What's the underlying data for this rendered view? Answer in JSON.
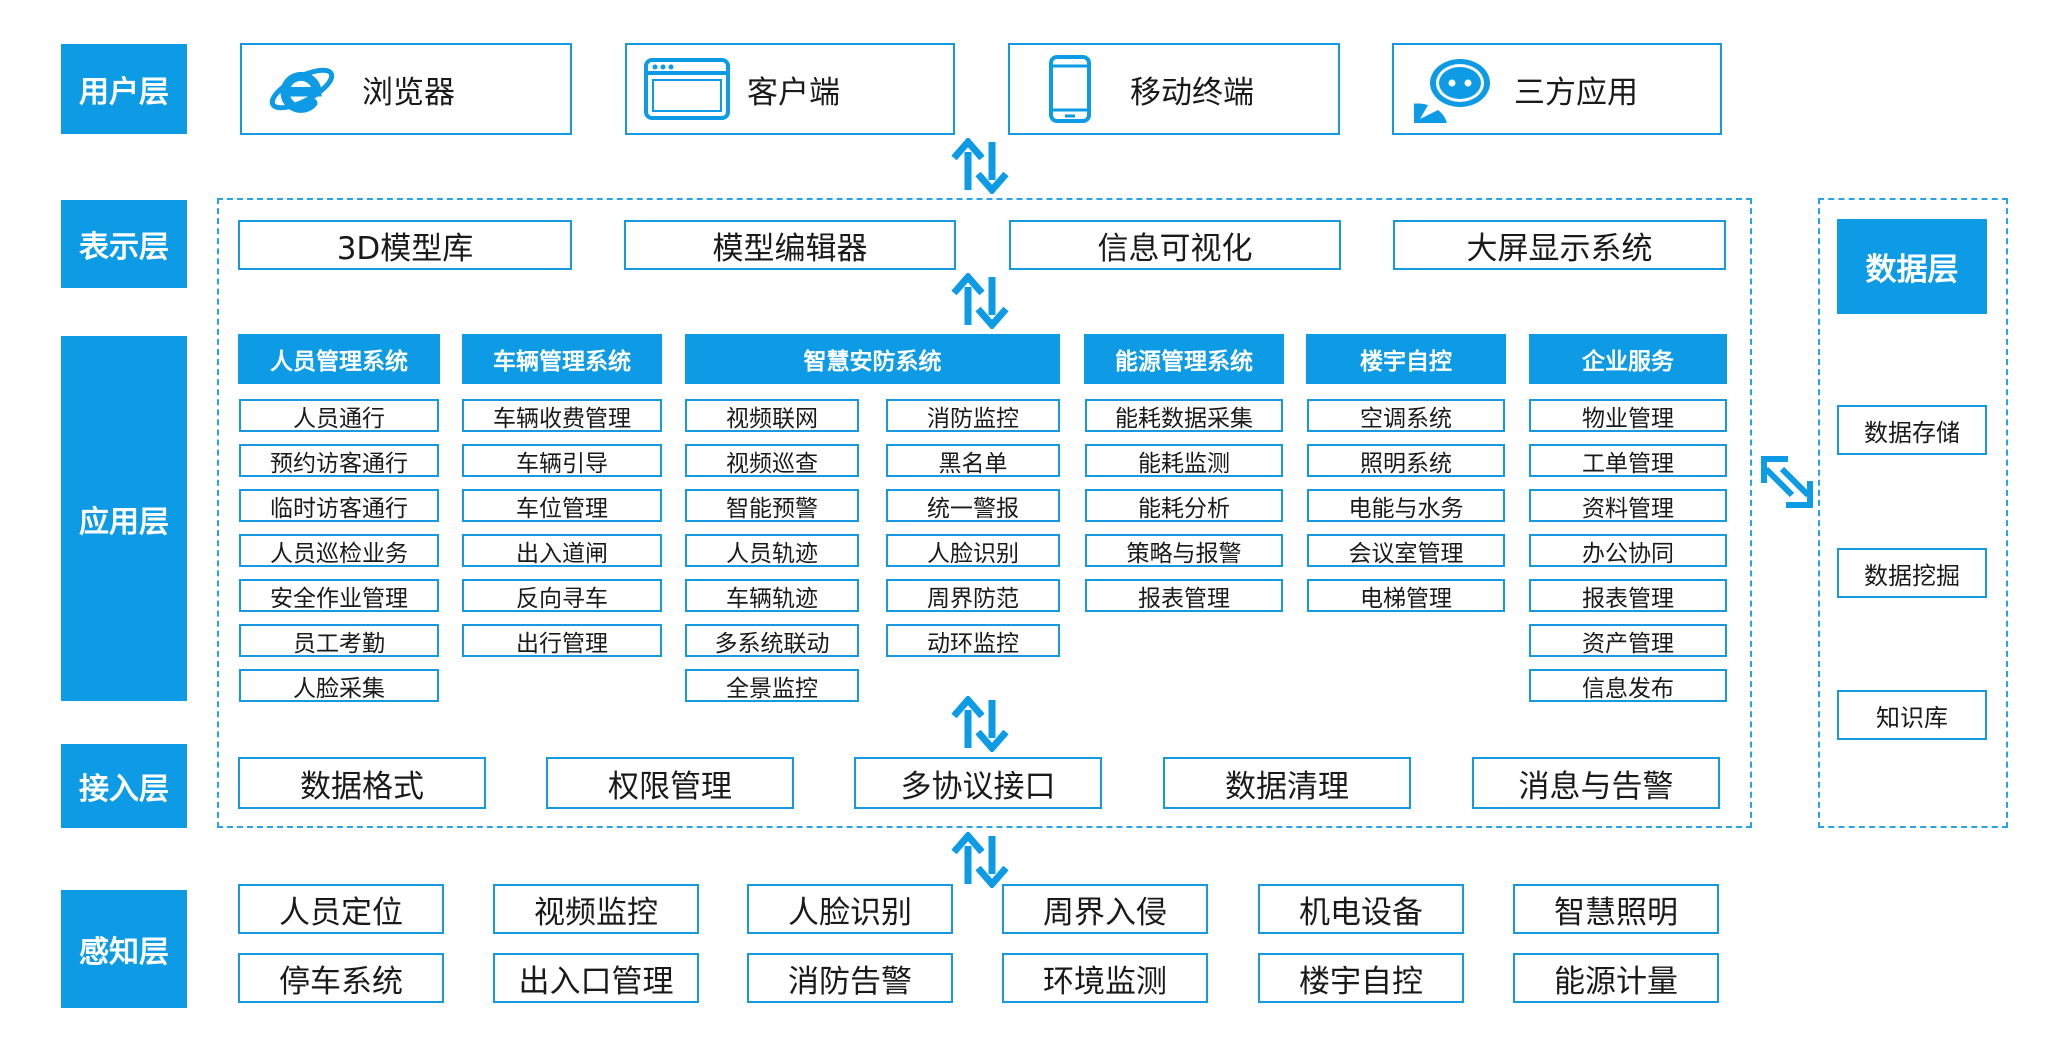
{
  "layers": {
    "user": "用户层",
    "presentation": "表示层",
    "application": "应用层",
    "access": "接入层",
    "perception": "感知层",
    "data": "数据层"
  },
  "user_items": [
    {
      "label": "浏览器",
      "icon": "ie-browser-icon"
    },
    {
      "label": "客户端",
      "icon": "client-window-icon"
    },
    {
      "label": "移动终端",
      "icon": "mobile-phone-icon"
    },
    {
      "label": "三方应用",
      "icon": "chat-bubble-icon"
    }
  ],
  "presentation_items": [
    "3D模型库",
    "模型编辑器",
    "信息可视化",
    "大屏显示系统"
  ],
  "application": {
    "personnel": {
      "title": "人员管理系统",
      "items": [
        "人员通行",
        "预约访客通行",
        "临时访客通行",
        "人员巡检业务",
        "安全作业管理",
        "员工考勤",
        "人脸采集"
      ]
    },
    "vehicle": {
      "title": "车辆管理系统",
      "items": [
        "车辆收费管理",
        "车辆引导",
        "车位管理",
        "出入道闸",
        "反向寻车",
        "出行管理"
      ]
    },
    "security": {
      "title": "智慧安防系统",
      "left": [
        "视频联网",
        "视频巡查",
        "智能预警",
        "人员轨迹",
        "车辆轨迹",
        "多系统联动",
        "全景监控"
      ],
      "right": [
        "消防监控",
        "黑名单",
        "统一警报",
        "人脸识别",
        "周界防范",
        "动环监控"
      ]
    },
    "energy": {
      "title": "能源管理系统",
      "items": [
        "能耗数据采集",
        "能耗监测",
        "能耗分析",
        "策略与报警",
        "报表管理"
      ]
    },
    "building": {
      "title": "楼宇自控",
      "items": [
        "空调系统",
        "照明系统",
        "电能与水务",
        "会议室管理",
        "电梯管理"
      ]
    },
    "enterprise": {
      "title": "企业服务",
      "items": [
        "物业管理",
        "工单管理",
        "资料管理",
        "办公协同",
        "报表管理",
        "资产管理",
        "信息发布"
      ]
    }
  },
  "access_items": [
    "数据格式",
    "权限管理",
    "多协议接口",
    "数据清理",
    "消息与告警"
  ],
  "perception_items": [
    [
      "人员定位",
      "视频监控",
      "人脸识别",
      "周界入侵",
      "机电设备",
      "智慧照明"
    ],
    [
      "停车系统",
      "出入口管理",
      "消防告警",
      "环境监测",
      "楼宇自控",
      "能源计量"
    ]
  ],
  "data_items": [
    "数据存储",
    "数据挖掘",
    "知识库"
  ],
  "colors": {
    "accent": "#0c9be4",
    "border": "#1799e0"
  }
}
